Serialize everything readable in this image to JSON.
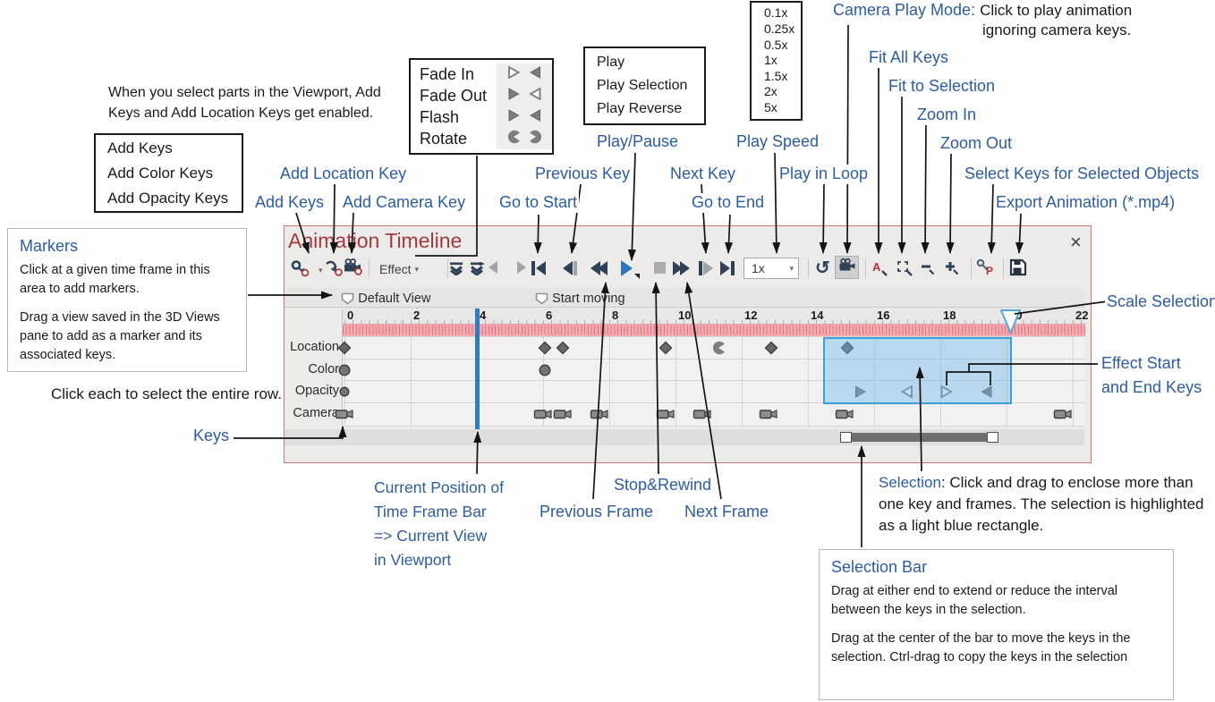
{
  "notes": {
    "viewport_note_line1": "When you select parts in the Viewport, Add",
    "viewport_note_line2": "Keys and Add Location Keys get enabled.",
    "click_each_row": "Click each to select the entire row.",
    "keys": "Keys"
  },
  "menus": {
    "add_keys_menu": {
      "items": [
        "Add Keys",
        "Add Color Keys",
        "Add Opacity Keys"
      ]
    },
    "effects_menu": {
      "items": [
        {
          "label": "Fade In",
          "icons": [
            "arrow-right-hollow",
            "arrow-left-filled"
          ]
        },
        {
          "label": "Fade Out",
          "icons": [
            "arrow-right-filled",
            "arrow-left-hollow"
          ]
        },
        {
          "label": "Flash",
          "icons": [
            "arrow-right-filled",
            "arrow-left-filled"
          ]
        },
        {
          "label": "Rotate",
          "icons": [
            "rotate-left",
            "rotate-right"
          ]
        }
      ]
    },
    "play_menu": {
      "items": [
        "Play",
        "Play Selection",
        "Play Reverse"
      ]
    },
    "speed_menu": {
      "items": [
        "0.1x",
        "0.25x",
        "0.5x",
        "1x",
        "1.5x",
        "2x",
        "5x"
      ]
    }
  },
  "callouts": {
    "add_keys": "Add Keys",
    "add_location_key": "Add Location Key",
    "add_camera_key": "Add Camera Key",
    "go_to_start": "Go to Start",
    "previous_key": "Previous Key",
    "play_pause": "Play/Pause",
    "next_key": "Next Key",
    "go_to_end": "Go to End",
    "play_speed": "Play Speed",
    "play_in_loop": "Play in Loop",
    "camera_play_mode_title": "Camera Play Mode:",
    "camera_play_mode_text1": "Click to play animation",
    "camera_play_mode_text2": "ignoring camera keys.",
    "fit_all_keys": "Fit All Keys",
    "fit_to_selection": "Fit to Selection",
    "zoom_in": "Zoom In",
    "zoom_out": "Zoom Out",
    "select_keys": "Select Keys for Selected Objects",
    "export_animation": "Export Animation (*.mp4)",
    "scale_selection": "Scale Selection",
    "effect_keys_line1": "Effect Start",
    "effect_keys_line2": "and End Keys",
    "current_position_lines": [
      "Current Position of",
      "Time Frame Bar",
      "=> Current View",
      "in Viewport"
    ],
    "previous_frame": "Previous Frame",
    "stop_rewind": "Stop&Rewind",
    "next_frame": "Next Frame",
    "selection_title": "Selection",
    "selection_text": ": Click and drag to enclose more than one key and frames. The selection is highlighted as a light blue rectangle."
  },
  "boxes": {
    "markers": {
      "title": "Markers",
      "p1": "Click at a given time frame in this area to add markers.",
      "p2": "Drag a view saved in the 3D Views pane to add as a marker and its associated keys."
    },
    "selection_bar": {
      "title": "Selection Bar",
      "p1": "Drag at either end to extend or reduce the interval between the keys in the selection.",
      "p2": "Drag at the center of the bar to move the keys in the selection. Ctrl-drag to copy the keys in the selection"
    }
  },
  "panel": {
    "title": "Animation Timeline",
    "close_glyph": "×",
    "toolbar": {
      "effect_label": "Effect",
      "speed_value": "1x",
      "loop_glyph": "↺",
      "caret_glyph": "▾"
    },
    "markers": [
      {
        "label": "Default View",
        "t": -0.1
      },
      {
        "label": "Start moving",
        "t": 5.76
      }
    ],
    "ruler_ticks": [
      0,
      2,
      4,
      6,
      8,
      10,
      12,
      14,
      16,
      18,
      20,
      22
    ],
    "rows": [
      {
        "label": "Location",
        "keys": [
          {
            "t": 0,
            "type": "diamond"
          },
          {
            "t": 6.05,
            "type": "diamond"
          },
          {
            "t": 6.6,
            "type": "diamond"
          },
          {
            "t": 9.7,
            "type": "diamond"
          },
          {
            "t": 11.3,
            "type": "rotate-left"
          },
          {
            "t": 12.9,
            "type": "diamond"
          },
          {
            "t": 15.2,
            "type": "diamond"
          }
        ]
      },
      {
        "label": "Color",
        "keys": [
          {
            "t": 0,
            "type": "circle"
          },
          {
            "t": 6.05,
            "type": "circle"
          }
        ]
      },
      {
        "label": "Opacity",
        "keys": [
          {
            "t": 0,
            "type": "circle-small"
          },
          {
            "t": 15.6,
            "type": "arrow-right-filled"
          },
          {
            "t": 17.0,
            "type": "arrow-left-hollow"
          },
          {
            "t": 18.2,
            "type": "arrow-right-hollow"
          },
          {
            "t": 19.4,
            "type": "arrow-left-filled"
          }
        ]
      },
      {
        "label": "Camera",
        "keys": [
          {
            "t": 0,
            "type": "camera"
          },
          {
            "t": 6.0,
            "type": "camera"
          },
          {
            "t": 6.6,
            "type": "camera"
          },
          {
            "t": 7.7,
            "type": "camera"
          },
          {
            "t": 9.7,
            "type": "camera"
          },
          {
            "t": 10.8,
            "type": "camera"
          },
          {
            "t": 12.8,
            "type": "camera"
          },
          {
            "t": 15.1,
            "type": "camera"
          },
          {
            "t": 21.7,
            "type": "camera"
          }
        ]
      }
    ],
    "selection": {
      "start_t": 14.45,
      "end_t": 20.15
    },
    "current_t": 4.0
  },
  "colors": {
    "label_blue": "#2D5C9E",
    "title_red": "#A23B3F",
    "panel_border": "#C97874",
    "play_blue": "#2E75B6",
    "selection_border": "#3E9ED9",
    "time_bar": "#2F7CC0"
  }
}
